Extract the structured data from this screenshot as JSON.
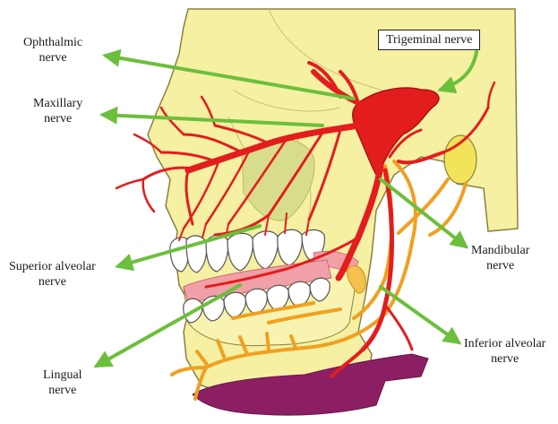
{
  "labels": {
    "trigeminal": "Trigeminal nerve",
    "ophthalmic": [
      "Ophthalmic",
      "nerve"
    ],
    "maxillary": [
      "Maxillary",
      "nerve"
    ],
    "mandibular": [
      "Mandibular",
      "nerve"
    ],
    "superior_alveolar": [
      "Superior alveolar",
      "nerve"
    ],
    "inferior_alveolar": [
      "Inferior alveolar",
      "nerve"
    ],
    "lingual": [
      "Lingual",
      "nerve"
    ]
  },
  "colors": {
    "skull": "#f5f0a2",
    "skull_outline": "#8a8040",
    "nerve_red": "#e31d1d",
    "nerve_red_dark": "#a81414",
    "nerve_orange": "#f0a020",
    "arrow_green": "#6cbf3c",
    "muscle": "#8c1f63",
    "teeth": "#ffffff",
    "gum": "#f2a0a8"
  }
}
